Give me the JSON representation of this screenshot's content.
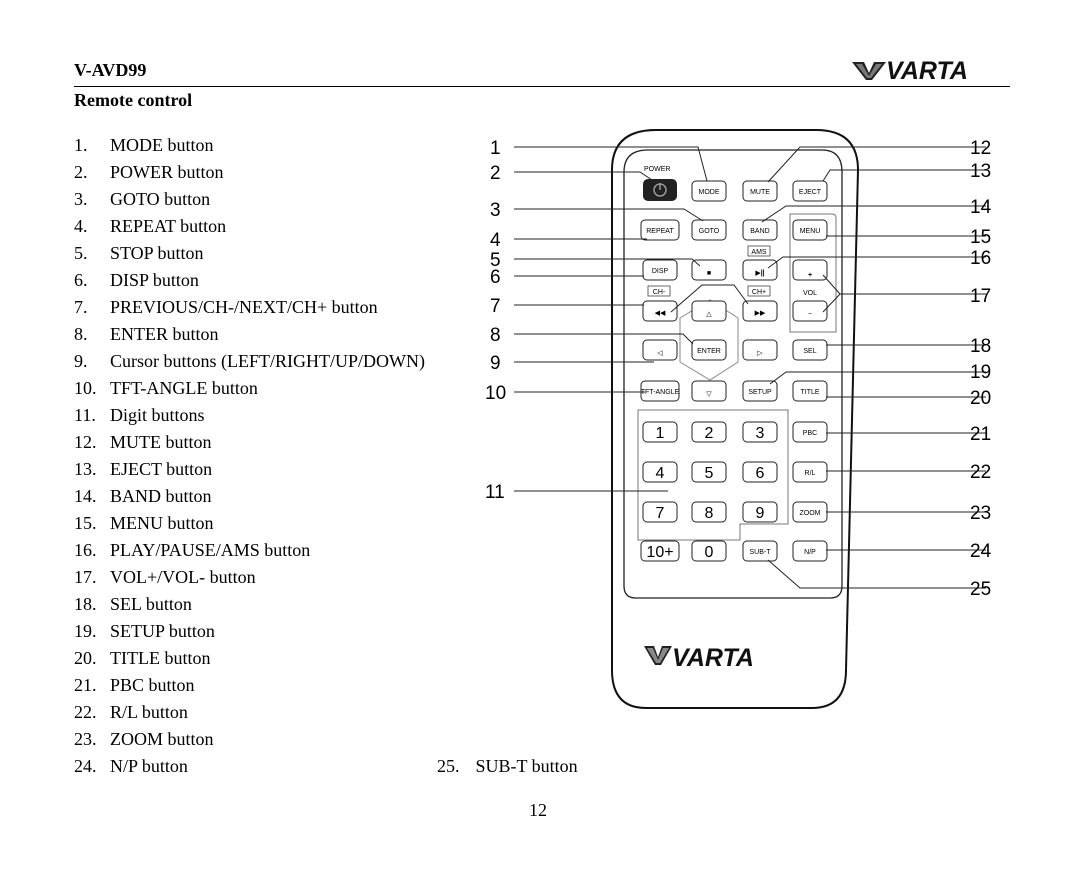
{
  "header": {
    "model": "V-AVD99",
    "section_title": "Remote control",
    "brand": "VARTA"
  },
  "legend": [
    {
      "num": "1.",
      "label": "MODE button"
    },
    {
      "num": "2.",
      "label": "POWER button"
    },
    {
      "num": "3.",
      "label": "GOTO button"
    },
    {
      "num": "4.",
      "label": "REPEAT button"
    },
    {
      "num": "5.",
      "label": "STOP button"
    },
    {
      "num": "6.",
      "label": "DISP button"
    },
    {
      "num": "7.",
      "label": "PREVIOUS/CH-/NEXT/CH+ button"
    },
    {
      "num": "8.",
      "label": "ENTER button"
    },
    {
      "num": "9.",
      "label": "Cursor buttons (LEFT/RIGHT/UP/DOWN)"
    },
    {
      "num": "10.",
      "label": "TFT-ANGLE button"
    },
    {
      "num": "11.",
      "label": "Digit buttons"
    },
    {
      "num": "12.",
      "label": "MUTE button"
    },
    {
      "num": "13.",
      "label": "EJECT button"
    },
    {
      "num": "14.",
      "label": "BAND button"
    },
    {
      "num": "15.",
      "label": "MENU button"
    },
    {
      "num": "16.",
      "label": "PLAY/PAUSE/AMS button"
    },
    {
      "num": "17.",
      "label": "VOL+/VOL- button"
    },
    {
      "num": "18.",
      "label": "SEL button"
    },
    {
      "num": "19.",
      "label": "SETUP button"
    },
    {
      "num": "20.",
      "label": "TITLE button"
    },
    {
      "num": "21.",
      "label": "PBC button"
    },
    {
      "num": "22.",
      "label": "R/L button"
    },
    {
      "num": "23.",
      "label": "ZOOM button"
    },
    {
      "num": "24.",
      "label": "N/P button"
    }
  ],
  "legend_extra": {
    "num": "25.",
    "label": "SUB-T button"
  },
  "page_number": "12",
  "remote": {
    "power_label": "POWER",
    "brand": "VARTA",
    "buttons": {
      "mode": "MODE",
      "mute": "MUTE",
      "eject": "EJECT",
      "repeat": "REPEAT",
      "goto": "GOTO",
      "band": "BAND",
      "menu": "MENU",
      "ams": "AMS",
      "disp": "DISP",
      "stop": "■",
      "play_pause": "▶||",
      "vol_plus": "+",
      "ch_minus": "CH-",
      "ch_plus": "CH+",
      "vol": "VOL",
      "prev": "◀◀",
      "up": "△",
      "next": "▶▶",
      "vol_minus": "−",
      "left": "◁",
      "enter": "ENTER",
      "right": "▷",
      "sel": "SEL",
      "tft_angle": "TFT-ANGLE",
      "down": "▽",
      "setup": "SETUP",
      "title": "TITLE",
      "d1": "1",
      "d2": "2",
      "d3": "3",
      "pbc": "PBC",
      "d4": "4",
      "d5": "5",
      "d6": "6",
      "rl": "R/L",
      "d7": "7",
      "d8": "8",
      "d9": "9",
      "zoom": "ZOOM",
      "d10plus": "10+",
      "d0": "0",
      "subt": "SUB-T",
      "np": "N/P"
    },
    "callouts": [
      "1",
      "2",
      "3",
      "4",
      "5",
      "6",
      "7",
      "8",
      "9",
      "10",
      "11",
      "12",
      "13",
      "14",
      "15",
      "16",
      "17",
      "18",
      "19",
      "20",
      "21",
      "22",
      "23",
      "24",
      "25"
    ]
  }
}
